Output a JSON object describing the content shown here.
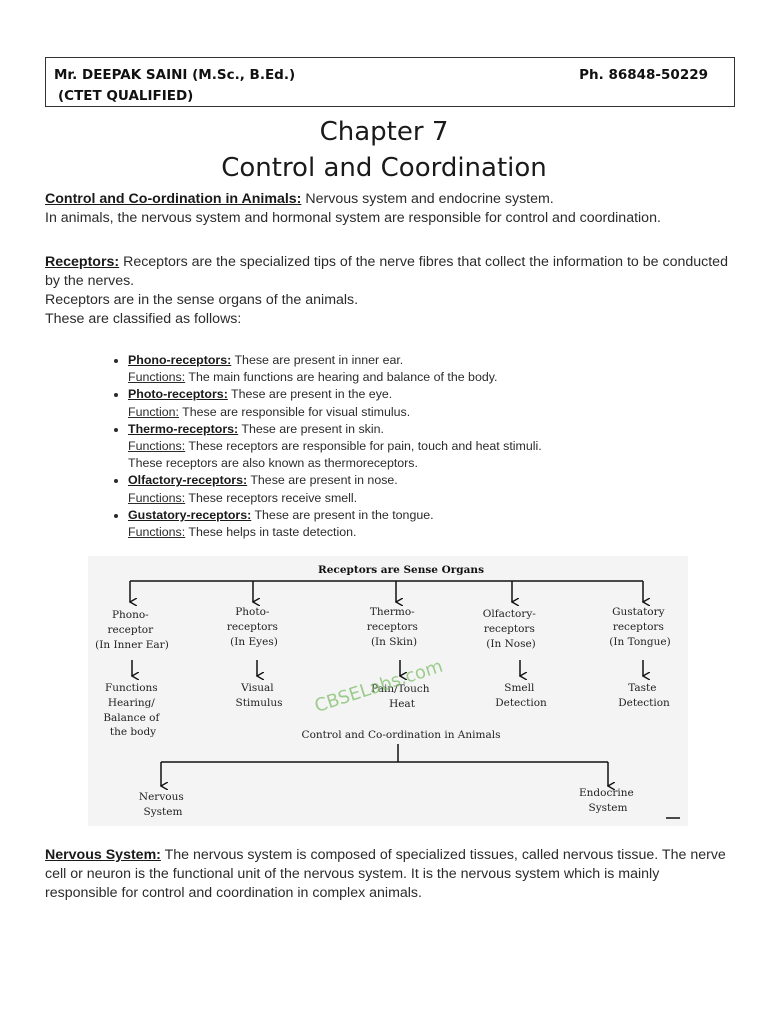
{
  "header": {
    "name": "Mr. DEEPAK SAINI (M.Sc., B.Ed.)",
    "qualification": "(CTET QUALIFIED)",
    "phone": "Ph. 86848-50229"
  },
  "chapter": {
    "number": "Chapter 7",
    "title": "Control and Coordination"
  },
  "intro": {
    "label": "Control and Co-ordination in Animals:",
    "text": " Nervous system and endocrine system.",
    "line2": "In animals, the nervous system and hormonal system are responsible for control and coordination."
  },
  "receptors": {
    "label": "Receptors:",
    "text": " Receptors are the specialized tips of the nerve fibres that collect the information to be conducted by the nerves.",
    "line2": "Receptors are in the sense organs of the animals.",
    "line3": "These are classified as follows:"
  },
  "receptor_list": [
    {
      "name": "Phono-receptors:",
      "desc": " These are present in inner ear.",
      "fn_label": "Functions:",
      "fn_text": " The main functions are hearing and balance of the body.",
      "extra": ""
    },
    {
      "name": "Photo-receptors:",
      "desc": " These are present in the eye.",
      "fn_label": "Function:",
      "fn_text": " These are responsible for visual stimulus.",
      "extra": ""
    },
    {
      "name": "Thermo-receptors:",
      "desc": " These are present in skin.",
      "fn_label": "Functions:",
      "fn_text": " These receptors are responsible for pain, touch and heat stimuli.",
      "extra": "These receptors are also known as thermoreceptors."
    },
    {
      "name": "Olfactory-receptors:",
      "desc": " These are present in nose.",
      "fn_label": "Functions:",
      "fn_text": " These receptors receive smell.",
      "extra": ""
    },
    {
      "name": "Gustatory-receptors:",
      "desc": " These are present in the tongue.",
      "fn_label": "Functions:",
      "fn_text": " These helps in taste detection.",
      "extra": ""
    }
  ],
  "diagram": {
    "title": "Receptors are Sense Organs",
    "receptors": [
      {
        "lines": [
          "Phono-",
          "receptor",
          "(In Inner Ear)"
        ],
        "result": [
          "Functions",
          "Hearing/",
          "Balance of",
          "the body"
        ]
      },
      {
        "lines": [
          "Photo-",
          "receptors",
          "(In Eyes)"
        ],
        "result": [
          "Visual",
          "Stimulus"
        ]
      },
      {
        "lines": [
          "Thermo-",
          "receptors",
          "(In Skin)"
        ],
        "result": [
          "Pain/Touch",
          "Heat"
        ]
      },
      {
        "lines": [
          "Olfactory-",
          "receptors",
          "(In Nose)"
        ],
        "result": [
          "Smell",
          "Detection"
        ]
      },
      {
        "lines": [
          "Gustatory",
          "receptors",
          "(In Tongue)"
        ],
        "result": [
          "Taste",
          "Detection"
        ]
      }
    ],
    "subtitle": "Control and Co-ordination in Animals",
    "left_branch": [
      "Nervous",
      "System"
    ],
    "right_branch": [
      "Endocrine",
      "System"
    ],
    "watermark": "CBSELabs.com"
  },
  "nervous_system": {
    "label": "Nervous System:",
    "text": " The nervous system is composed of specialized tissues, called nervous tissue. The nerve cell or neuron is the functional unit of the nervous system. It is the nervous system which is mainly responsible for control and coordination in complex animals."
  }
}
